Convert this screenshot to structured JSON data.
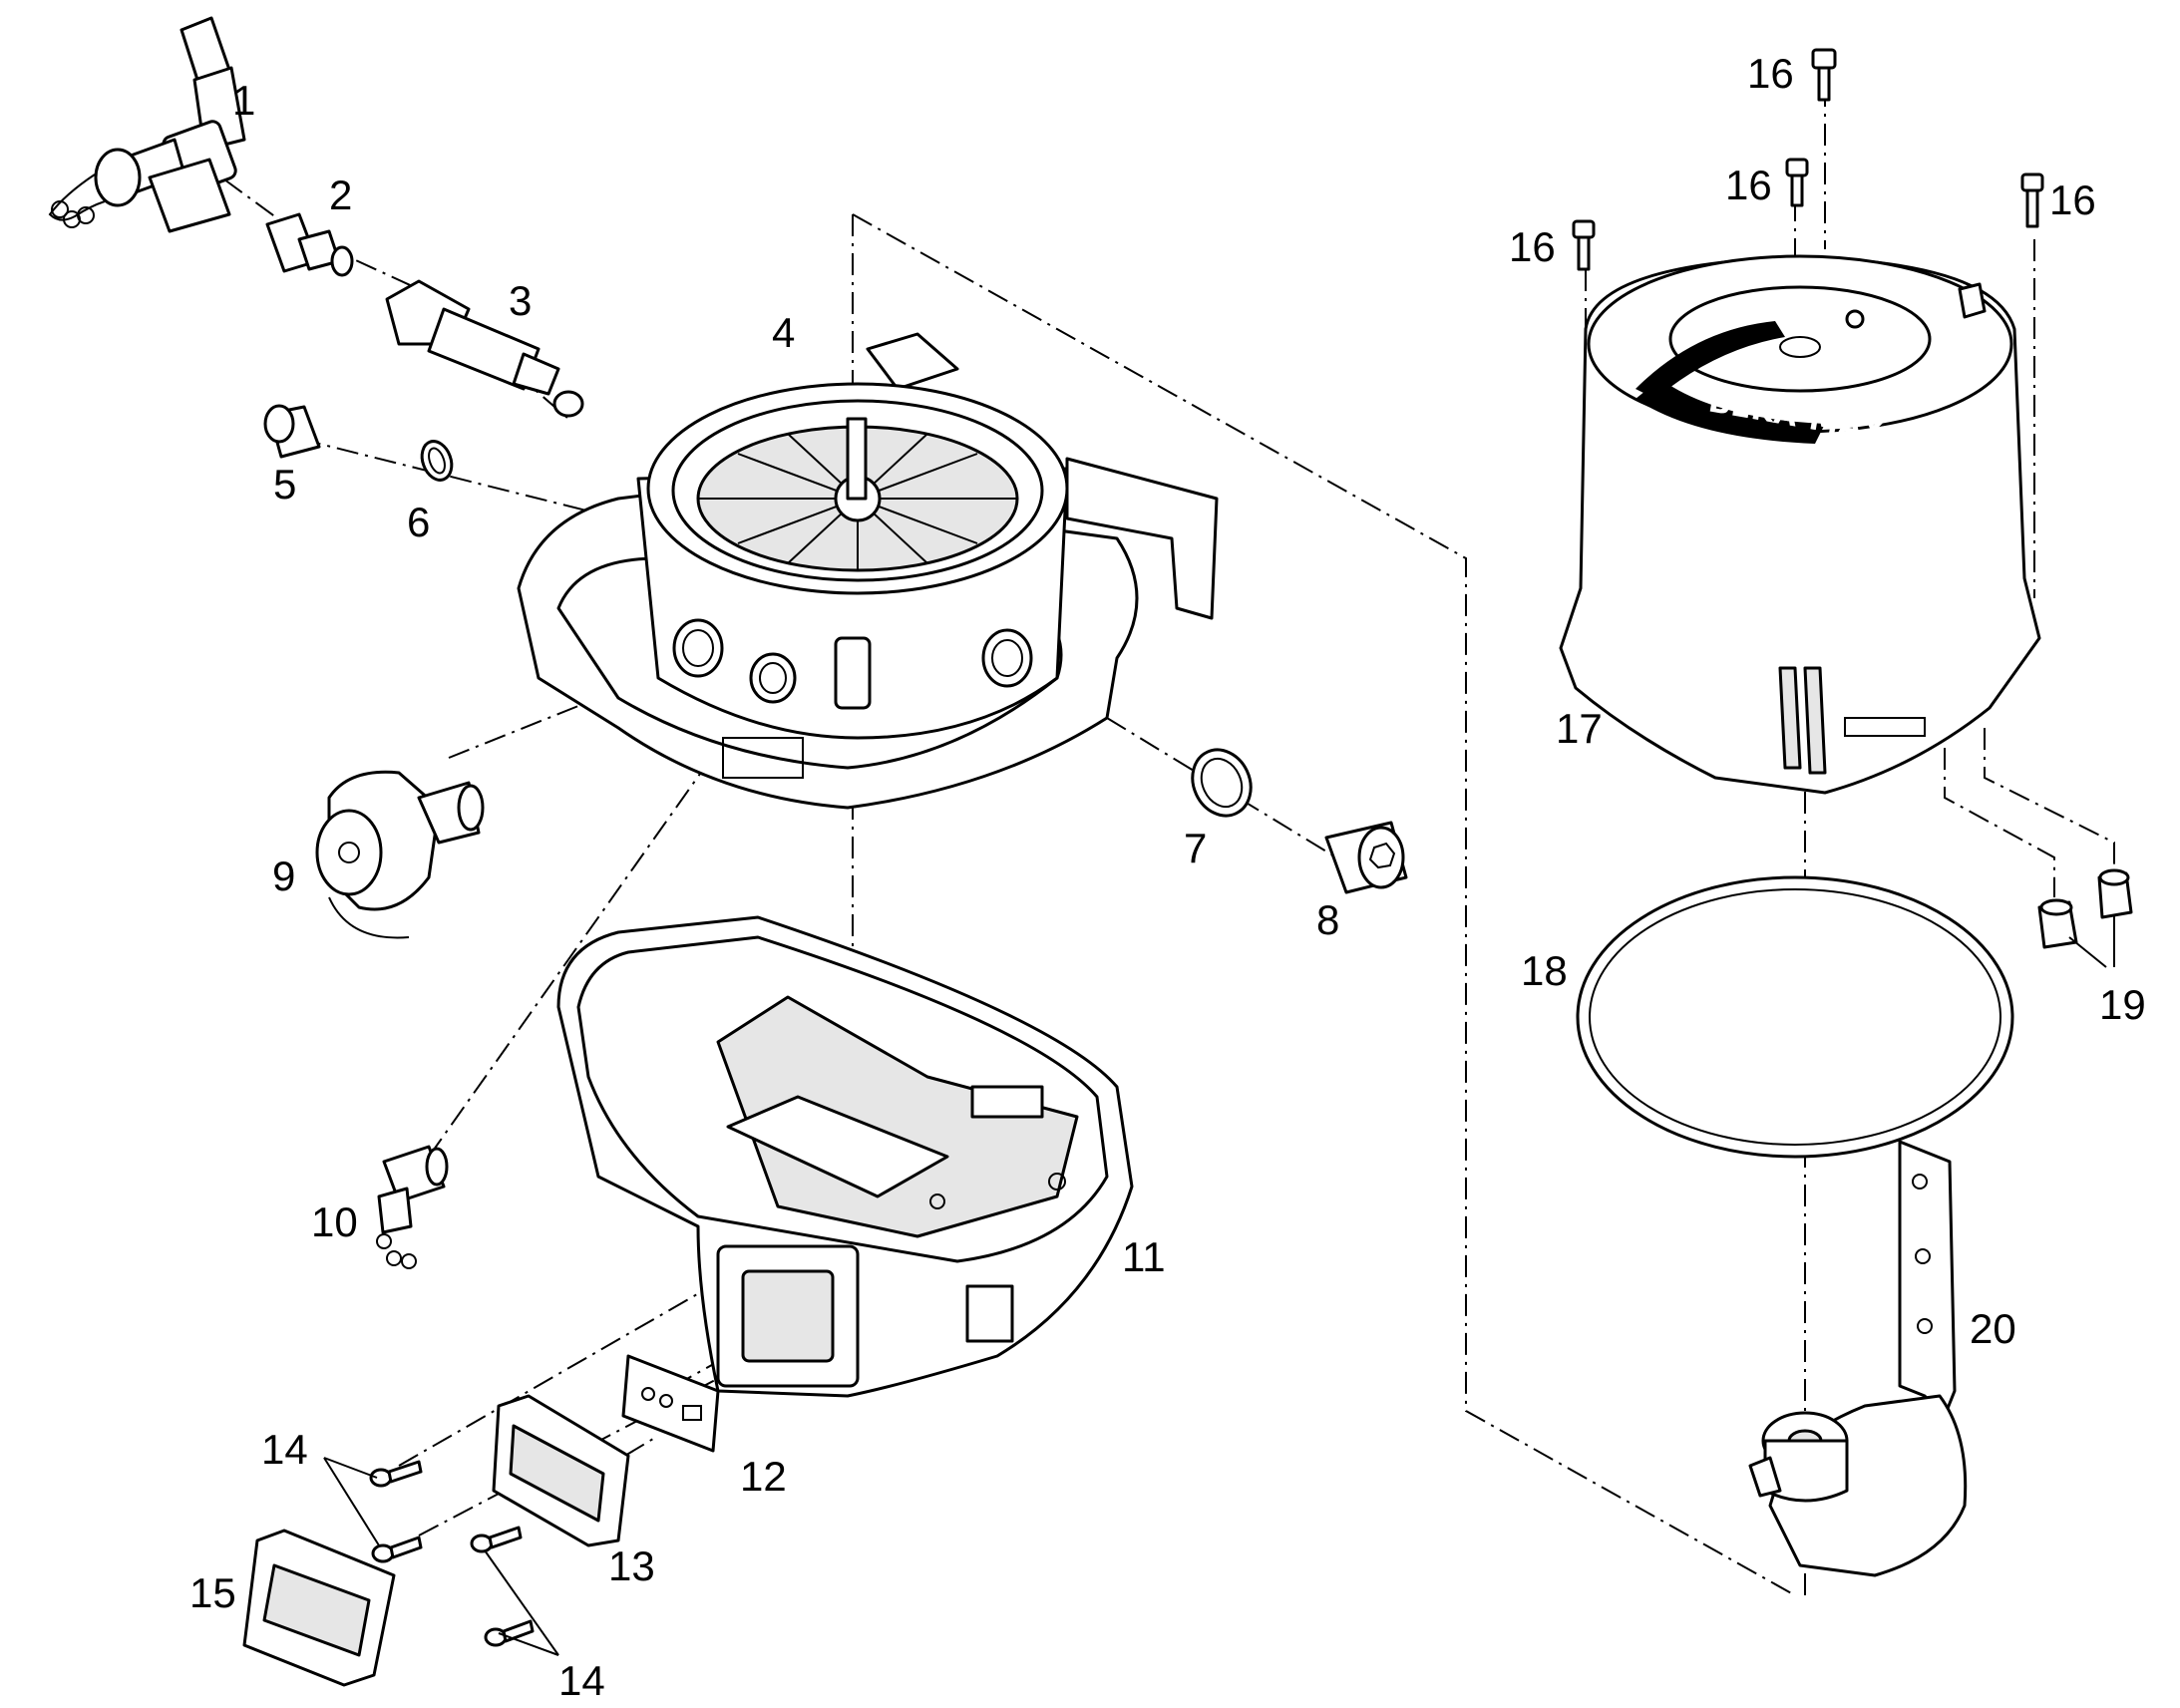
{
  "diagram": {
    "labels": {
      "p1": "1",
      "p2": "2",
      "p3": "3",
      "p4": "4",
      "p5": "5",
      "p6": "6",
      "p7": "7",
      "p8": "8",
      "p9": "9",
      "p10": "10",
      "p11": "11",
      "p12": "12",
      "p13": "13",
      "p14a": "14",
      "p14b": "14",
      "p15": "15",
      "p16a": "16",
      "p16b": "16",
      "p16c": "16",
      "p16d": "16",
      "p17": "17",
      "p18": "18",
      "p19": "19",
      "p20": "20"
    },
    "brand_mark": "BEKA-MAX",
    "colors": {
      "line": "#000000",
      "fill": "#ffffff",
      "shade": "#e6e6e6"
    }
  }
}
